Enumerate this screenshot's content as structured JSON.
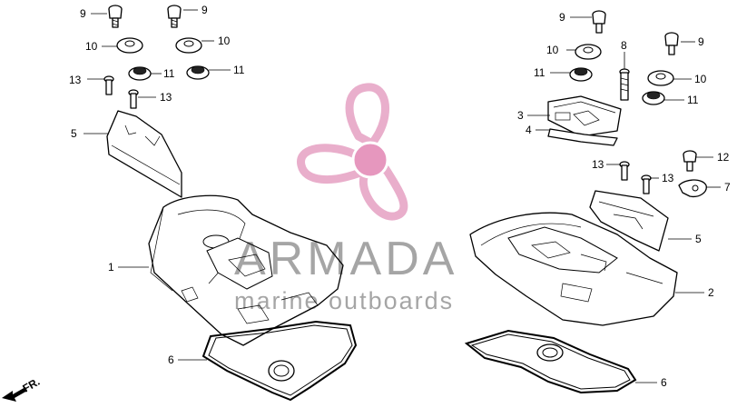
{
  "diagram": {
    "callouts": {
      "c1": "1",
      "c2": "2",
      "c3": "3",
      "c4": "4",
      "c5a": "5",
      "c5b": "5",
      "c6a": "6",
      "c6b": "6",
      "c7": "7",
      "c8": "8",
      "c9a": "9",
      "c9b": "9",
      "c9c": "9",
      "c9d": "9",
      "c10a": "10",
      "c10b": "10",
      "c10c": "10",
      "c10d": "10",
      "c11a": "11",
      "c11b": "11",
      "c11c": "11",
      "c11d": "11",
      "c12": "12",
      "c13a": "13",
      "c13b": "13",
      "c13c": "13",
      "c13d": "13"
    },
    "direction_label": "FR."
  },
  "watermark": {
    "brand": "ARMADA",
    "tagline": "marine outboards",
    "logo_color": "#e7a6c6",
    "logo_hub_color": "#e48cb7"
  }
}
